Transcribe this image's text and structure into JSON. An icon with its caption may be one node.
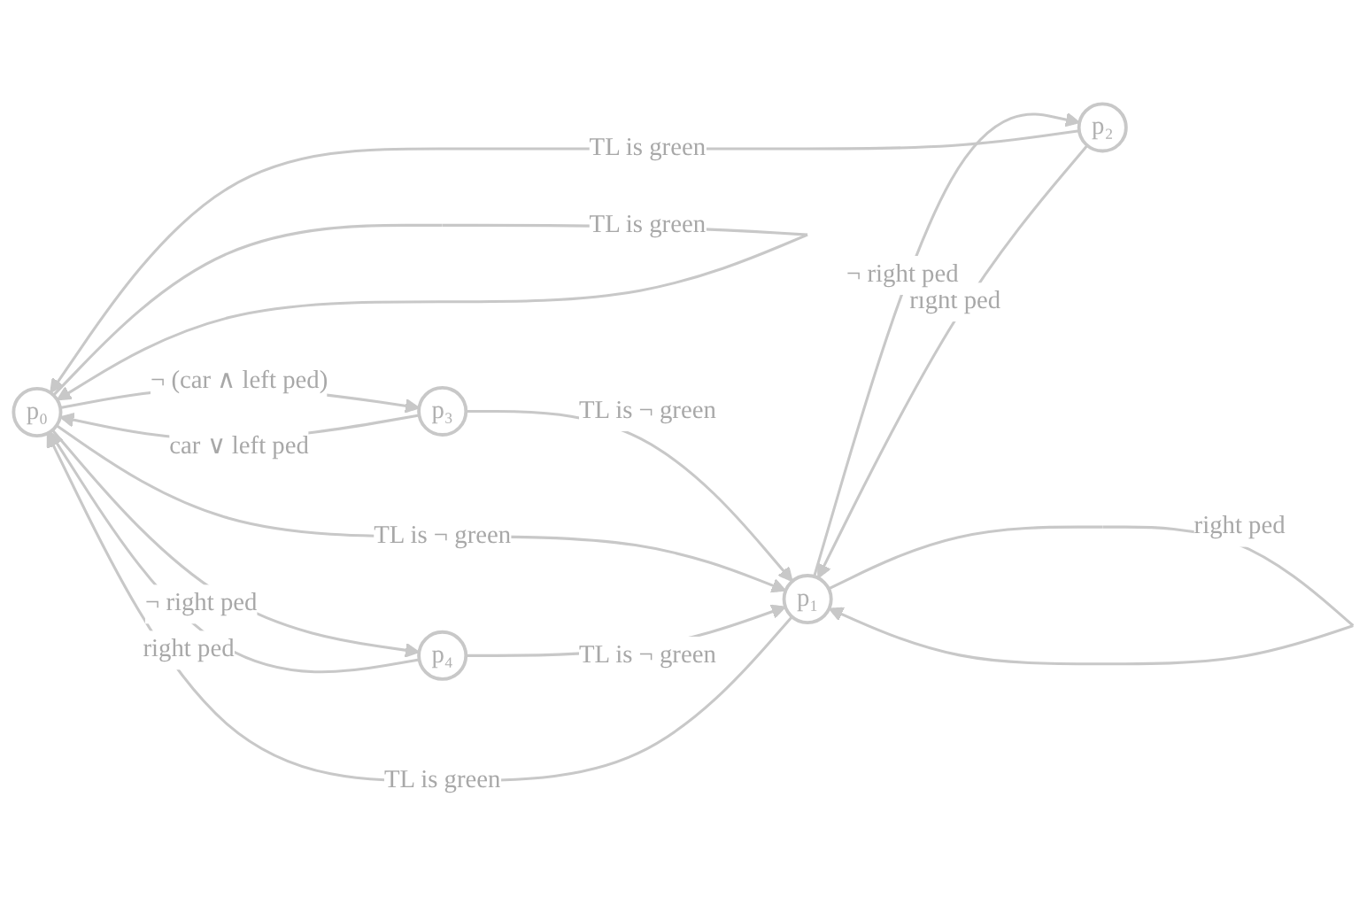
{
  "diagram": {
    "nodes": [
      {
        "text": [
          "p₀"
        ]
      },
      {
        "text": [
          "p₁"
        ]
      },
      {
        "text": [
          "p₂"
        ]
      },
      {
        "text": [
          "p₃"
        ]
      },
      {
        "text": [
          "p₄"
        ]
      }
    ],
    "edges": [
      {
        "from": 0,
        "to": 3,
        "arrow": "to",
        "label": "¬ (car ∧ left ped)"
      },
      {
        "from": 3,
        "to": 0,
        "arrow": "to",
        "label": "car ∨ left ped"
      },
      {
        "from": 3,
        "to": 1,
        "arrow": "to",
        "label": "TL is ¬ green"
      },
      {
        "from": 0,
        "to": 1,
        "arrow": "to",
        "label": "TL is ¬ green"
      },
      {
        "from": 0,
        "to": 4,
        "arrow": "to",
        "label": "¬ right ped"
      },
      {
        "from": 4,
        "to": 0,
        "arrow": "to",
        "label": "right ped"
      },
      {
        "from": 4,
        "to": 1,
        "arrow": "to",
        "label": "TL is ¬ green"
      },
      {
        "from": 1,
        "to": 0,
        "arrow": "to",
        "label": "TL is green"
      },
      {
        "from": 0,
        "to": 0,
        "arrow": "to",
        "label": "TL is green"
      },
      {
        "from": 1,
        "to": 1,
        "arrow": "to",
        "label": "right ped"
      },
      {
        "from": 2,
        "to": 0,
        "arrow": "to",
        "label": "TL is green"
      },
      {
        "from": 2,
        "to": 1,
        "arrow": "to",
        "label": "right ped"
      },
      {
        "from": 1,
        "to": 2,
        "arrow": "to",
        "label": "¬ right ped"
      }
    ]
  }
}
